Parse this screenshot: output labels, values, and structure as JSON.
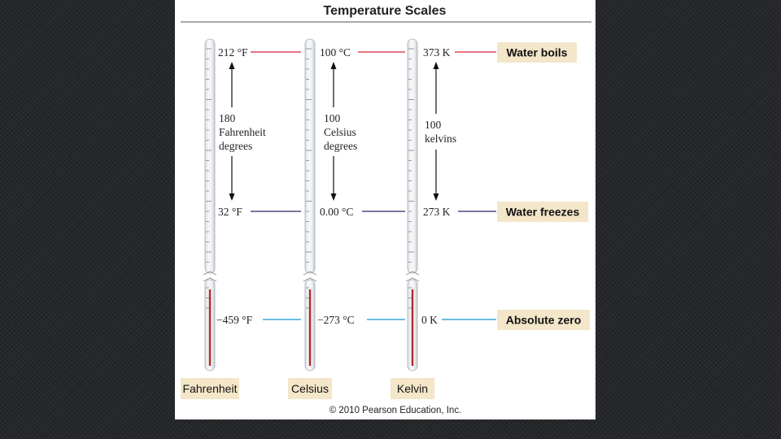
{
  "title": "Temperature Scales",
  "credit": "© 2010 Pearson Education, Inc.",
  "colors": {
    "boils_line": "#e0465a",
    "freezes_line": "#4a4a78",
    "absolute_zero_line": "#3aa8d8",
    "label_box": "#f3e6c9",
    "mercury": "#b02a2a"
  },
  "fahrenheit": {
    "name": "Fahrenheit",
    "boils": "212 °F",
    "freezes": "32 °F",
    "absolute_zero": "−459 °F",
    "interval": [
      "180",
      "Fahrenheit",
      "degrees"
    ]
  },
  "celsius": {
    "name": "Celsius",
    "boils": "100 °C",
    "freezes": "0.00 °C",
    "absolute_zero": "−273 °C",
    "interval": [
      "100",
      "Celsius",
      "degrees"
    ]
  },
  "kelvin": {
    "name": "Kelvin",
    "boils": "373 K",
    "freezes": "273 K",
    "absolute_zero": "0 K",
    "interval": [
      "100",
      "kelvins"
    ]
  },
  "points": {
    "boils": "Water boils",
    "freezes": "Water freezes",
    "absolute_zero": "Absolute zero"
  }
}
